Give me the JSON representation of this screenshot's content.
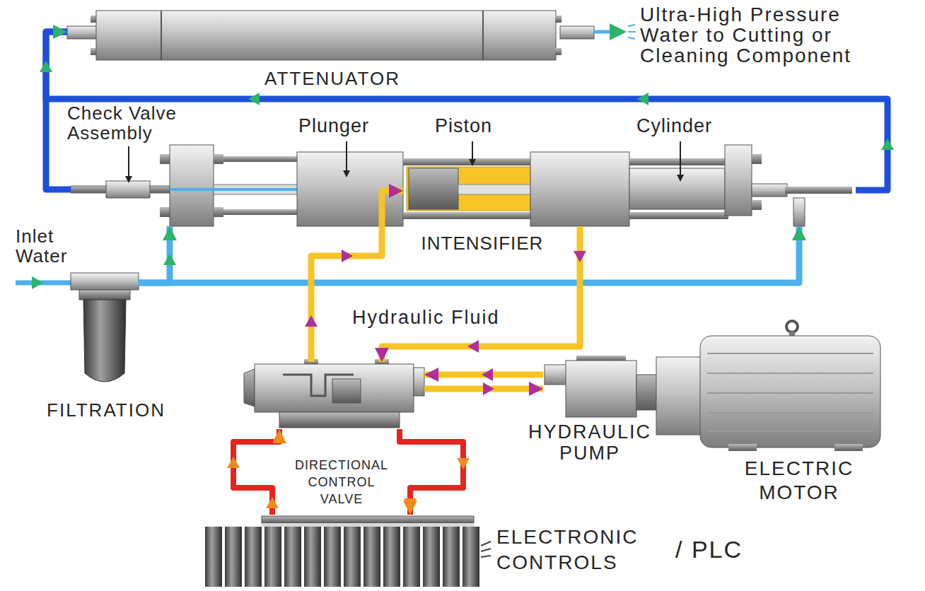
{
  "diagram": {
    "nodes": [
      {
        "text": [
          "ATTENUATOR"
        ]
      },
      {
        "text": [
          "INTENSIFIER"
        ]
      },
      {
        "text": [
          "Check Valve Assembly"
        ],
        "in": 1
      },
      {
        "text": [
          "Plunger"
        ],
        "in": 1
      },
      {
        "text": [
          "Piston"
        ],
        "in": 1
      },
      {
        "text": [
          "Cylinder"
        ],
        "in": 1
      },
      {
        "text": [
          "FILTRATION"
        ]
      },
      {
        "text": [
          "DIRECTIONAL CONTROL VALVE"
        ]
      },
      {
        "text": [
          "HYDRAULIC PUMP"
        ]
      },
      {
        "text": [
          "ELECTRIC MOTOR"
        ]
      },
      {
        "text": [
          "ELECTRONIC CONTROLS",
          "/ PLC"
        ]
      }
    ],
    "edges": [
      {
        "from": 2,
        "to": 0,
        "arrow": "to"
      },
      {
        "from": 5,
        "to": 0,
        "arrow": "to"
      },
      {
        "from": 6,
        "to": 2,
        "arrow": "to"
      },
      {
        "from": 6,
        "to": 5,
        "arrow": "to"
      },
      {
        "from": 7,
        "to": 4,
        "arrow": "to"
      },
      {
        "from": 5,
        "to": 7,
        "arrow": "to"
      },
      {
        "from": 8,
        "to": 7,
        "arrow": "to"
      },
      {
        "from": 7,
        "to": 8,
        "arrow": "to"
      },
      {
        "from": 10,
        "to": 7,
        "arrow": "to"
      },
      {
        "from": 7,
        "to": 10,
        "arrow": "to"
      }
    ],
    "labels": [
      "Ultra-High Pressure Water to Cutting or Cleaning Component",
      "Inlet Water",
      "Hydraulic Fluid"
    ]
  }
}
